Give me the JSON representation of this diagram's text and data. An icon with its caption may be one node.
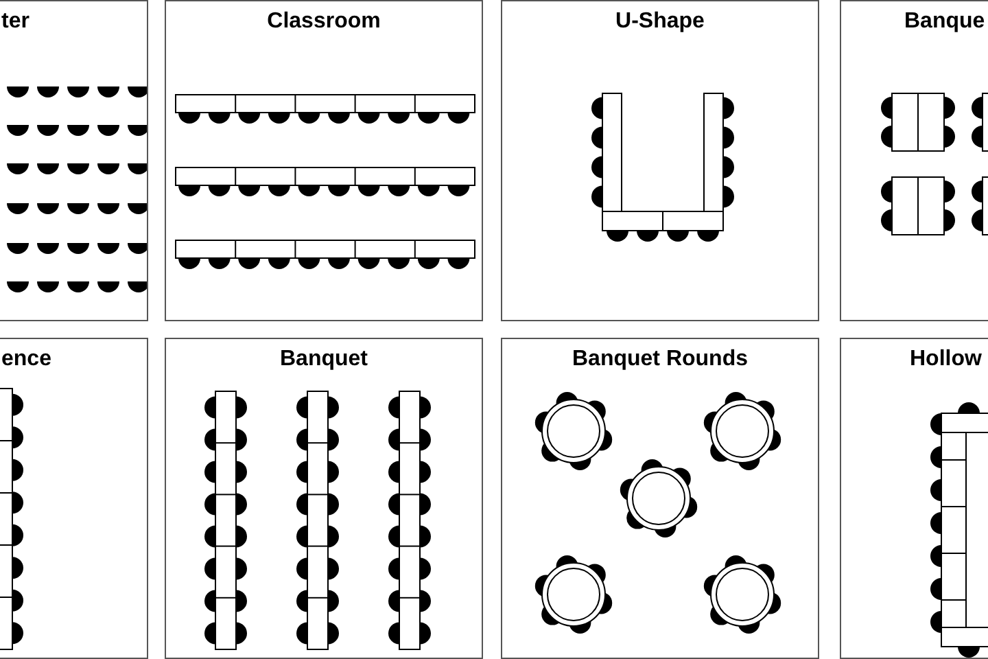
{
  "diagram": {
    "nodes": [
      {
        "text": [
          "ter"
        ]
      },
      {
        "text": [
          "Classroom"
        ]
      },
      {
        "text": [
          "U-Shape"
        ]
      },
      {
        "text": [
          "Banque"
        ]
      },
      {
        "text": [
          "ence"
        ]
      },
      {
        "text": [
          "Banquet"
        ]
      },
      {
        "text": [
          "Banquet Rounds"
        ]
      },
      {
        "text": [
          "Hollow"
        ]
      }
    ]
  }
}
